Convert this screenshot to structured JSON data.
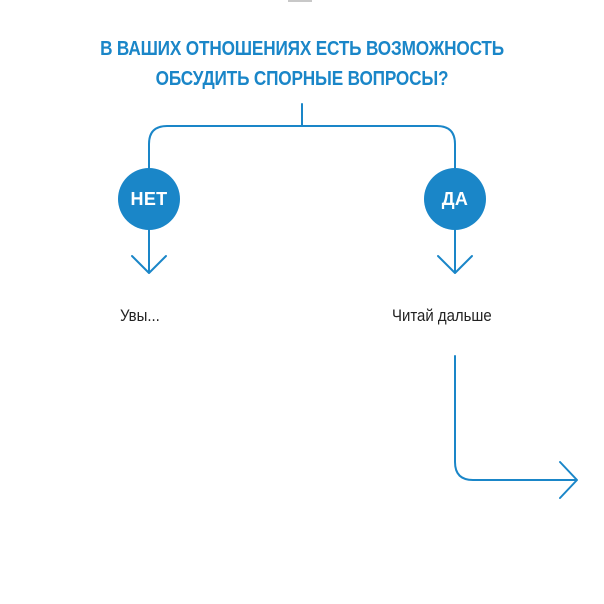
{
  "question": {
    "line1": "В ВАШИХ ОТНОШЕНИЯХ ЕСТЬ ВОЗМОЖНОСТЬ",
    "line2": "ОБСУДИТЬ СПОРНЫЕ ВОПРОСЫ?"
  },
  "branches": {
    "no": {
      "label": "НЕТ",
      "result": "Увы..."
    },
    "yes": {
      "label": "ДА",
      "result": "Читай дальше"
    }
  },
  "colors": {
    "accent": "#1a86c8",
    "text": "#222222",
    "background": "#ffffff"
  }
}
